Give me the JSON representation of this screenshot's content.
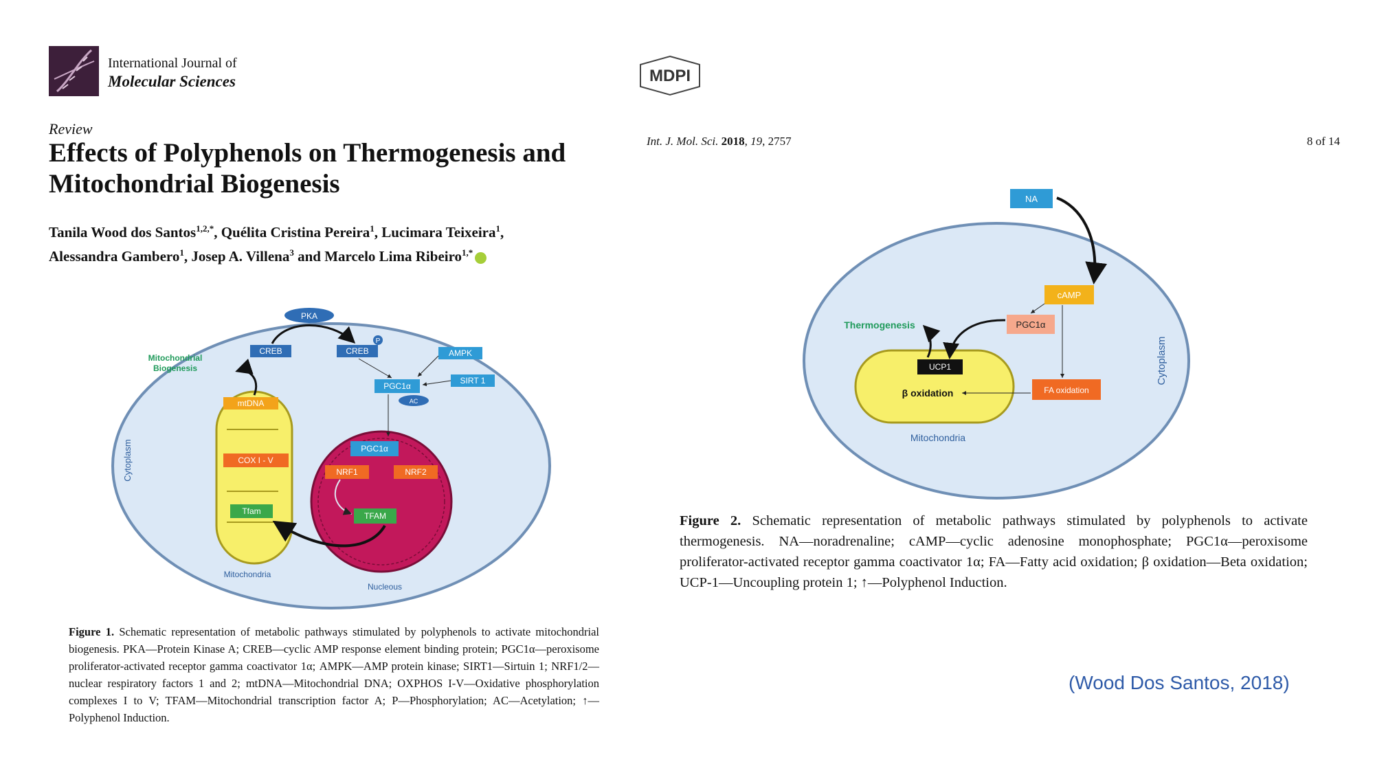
{
  "journal": {
    "name_line1": "International Journal of",
    "name_line2": "Molecular Sciences",
    "publisher": "MDPI"
  },
  "article": {
    "type": "Review",
    "title": "Effects of Polyphenols on Thermogenesis and Mitochondrial Biogenesis",
    "authors_line1": [
      {
        "name": "Tanila Wood dos Santos",
        "sup": "1,2,*",
        "sep": ", "
      },
      {
        "name": "Quélita Cristina Pereira",
        "sup": "1",
        "sep": ", "
      },
      {
        "name": "Lucimara Teixeira",
        "sup": "1",
        "sep": ","
      }
    ],
    "authors_line2": [
      {
        "name": "Alessandra Gambero",
        "sup": "1",
        "sep": ", "
      },
      {
        "name": "Josep A. Villena",
        "sup": "3",
        "sep": " and "
      },
      {
        "name": "Marcelo Lima Ribeiro",
        "sup": "1,*",
        "sep": ""
      }
    ]
  },
  "figure1": {
    "labels": {
      "pka": "PKA",
      "creb1": "CREB",
      "creb2": "CREB",
      "p": "P",
      "ampk": "AMPK",
      "pgc1a": "PGC1α",
      "sirt1": "SIRT 1",
      "ac": "AC",
      "mito_bio_1": "Mitochondrial",
      "mito_bio_2": "Biogenesis",
      "mtdna": "mtDNA",
      "cox": "COX I - V",
      "tfam_small": "Tfam",
      "nuc_pgc1a": "PGC1α",
      "nrf1": "NRF1",
      "nrf2": "NRF2",
      "tfam": "TFAM",
      "cytoplasm": "Cytoplasm",
      "mitochondria": "Mitochondria",
      "nucleous": "Nucleous"
    },
    "caption_label": "Figure 1.",
    "caption_text": " Schematic representation of metabolic pathways stimulated by polyphenols to activate mitochondrial biogenesis. PKA—Protein Kinase A; CREB—cyclic AMP response element binding protein; PGC1α—peroxisome proliferator-activated receptor gamma coactivator 1α; AMPK—AMP protein kinase; SIRT1—Sirtuin 1; NRF1/2—nuclear respiratory factors 1 and 2; mtDNA—Mitochondrial DNA; OXPHOS I-V—Oxidative phosphorylation complexes I to V; TFAM—Mitochondrial transcription factor A; P—Phosphorylation; AC—Acetylation; ↑—Polyphenol Induction."
  },
  "right_page": {
    "journal_abbrev": "Int. J. Mol. Sci.",
    "year": "2018",
    "volume": "19",
    "article_no": "2757",
    "page": "8 of 14"
  },
  "figure2": {
    "labels": {
      "na": "NA",
      "camp": "cAMP",
      "pgc1a": "PGC1α",
      "thermo": "Thermogenesis",
      "ucp1": "UCP1",
      "beta_ox": "β oxidation",
      "fa_ox": "FA oxidation",
      "cytoplasm": "Cytoplasm",
      "mitochondria": "Mitochondria"
    },
    "caption_label": "Figure 2.",
    "caption_text": " Schematic representation of metabolic pathways stimulated by polyphenols to activate thermogenesis. NA—noradrenaline; cAMP—cyclic adenosine monophosphate; PGC1α—peroxisome proliferator-activated receptor gamma coactivator 1α; FA—Fatty acid oxidation; β oxidation—Beta oxidation; UCP-1—Uncoupling protein 1; ↑—Polyphenol Induction."
  },
  "citation": "(Wood Dos Santos, 2018)",
  "colors": {
    "cytoplasm_fill": "#dbe8f6",
    "nucleus": "#c2185b",
    "mitochondria": "#f7ef6a",
    "green_label": "#1f9a5a",
    "citation": "#2e5aa8"
  }
}
